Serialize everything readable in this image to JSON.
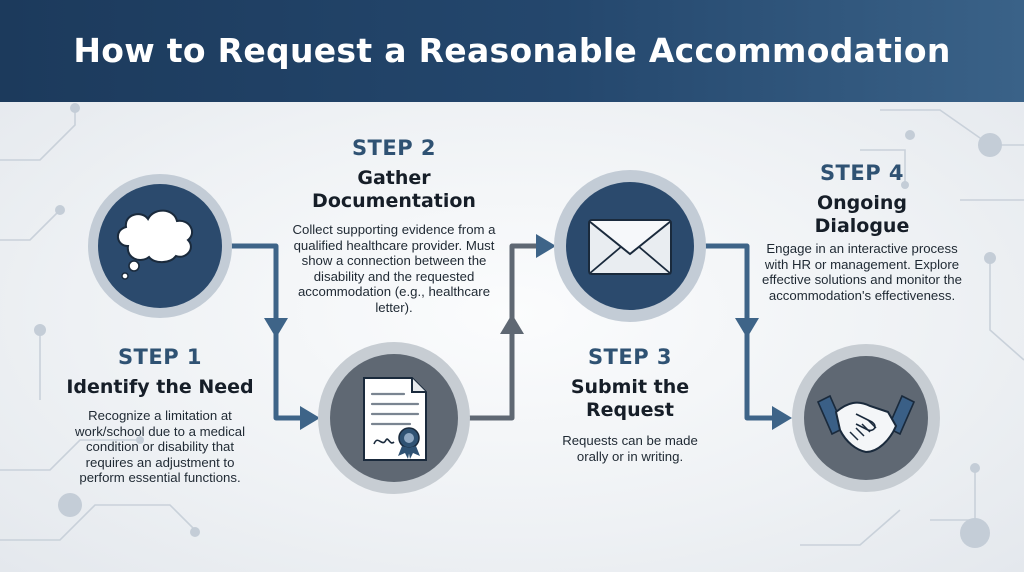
{
  "header": {
    "title": "How to Request a Reasonable Accommodation"
  },
  "colors": {
    "header_dark": "#1c3a5c",
    "accent": "#2f5273",
    "arrow": "#3e6488",
    "circle_navy": "#2b4a6d",
    "circle_gray": "#5f6873"
  },
  "steps": [
    {
      "label": "STEP 1",
      "title": "Identify the Need",
      "description": "Recognize a limitation at work/school due to a medical condition or disability that requires an adjustment to perform essential functions.",
      "icon": "thought-bubble-icon"
    },
    {
      "label": "STEP 2",
      "title": "Gather Documentation",
      "description": "Collect supporting evidence from a qualified healthcare provider. Must show a connection between the disability and the requested accommodation (e.g., healthcare letter).",
      "icon": "certificate-document-icon"
    },
    {
      "label": "STEP 3",
      "title": "Submit the Request",
      "description": "Requests can be made orally or in writing.",
      "icon": "envelope-icon"
    },
    {
      "label": "STEP 4",
      "title": "Ongoing Dialogue",
      "description": "Engage in an interactive process with HR or management. Explore effective solutions and monitor the accommodation's effectiveness.",
      "icon": "handshake-icon"
    }
  ]
}
